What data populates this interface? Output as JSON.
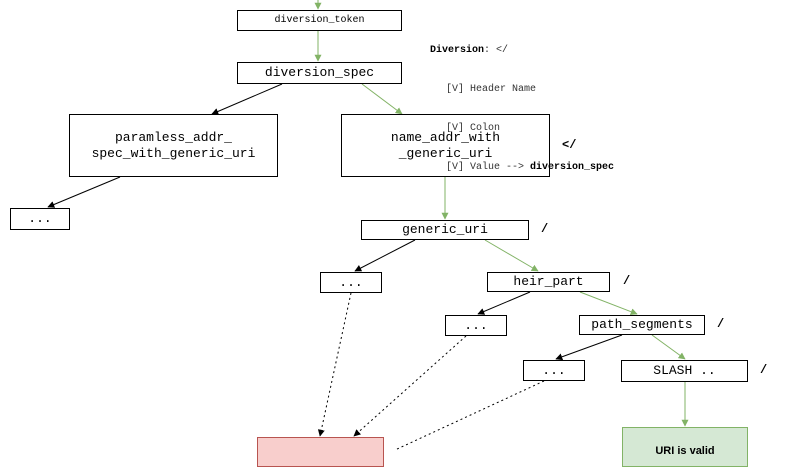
{
  "colors": {
    "green_edge": "#82b366",
    "black_edge": "#000000",
    "red_fill": "#f8cecc",
    "red_border": "#b85450",
    "green_fill": "#d5e8d4",
    "green_border": "#82b366"
  },
  "annotation": {
    "head_label": "Diversion",
    "head_rest": ": </",
    "lines": [
      "[V] Header Name",
      "[V] Colon",
      "[V] Value --> "
    ],
    "value_target": "diversion_spec"
  },
  "nodes": {
    "diversion_token": "diversion_token",
    "diversion_spec": "diversion_spec",
    "paramless": "paramless_addr_\nspec_with_generic_uri",
    "name_addr": "name_addr_with\n_generic_uri",
    "ellipsis_left": "...",
    "generic_uri": "generic_uri",
    "ellipsis_gu": "...",
    "heir_part": "heir_part",
    "ellipsis_hp": "...",
    "path_segments": "path_segments",
    "ellipsis_ps": "...",
    "slash": "SLASH ..",
    "failure_box": "",
    "uri_valid": "URI is valid"
  },
  "marks": {
    "name_addr": "</",
    "generic_uri": "/",
    "heir_part": "/",
    "path_segments": "/",
    "slash": "/"
  }
}
